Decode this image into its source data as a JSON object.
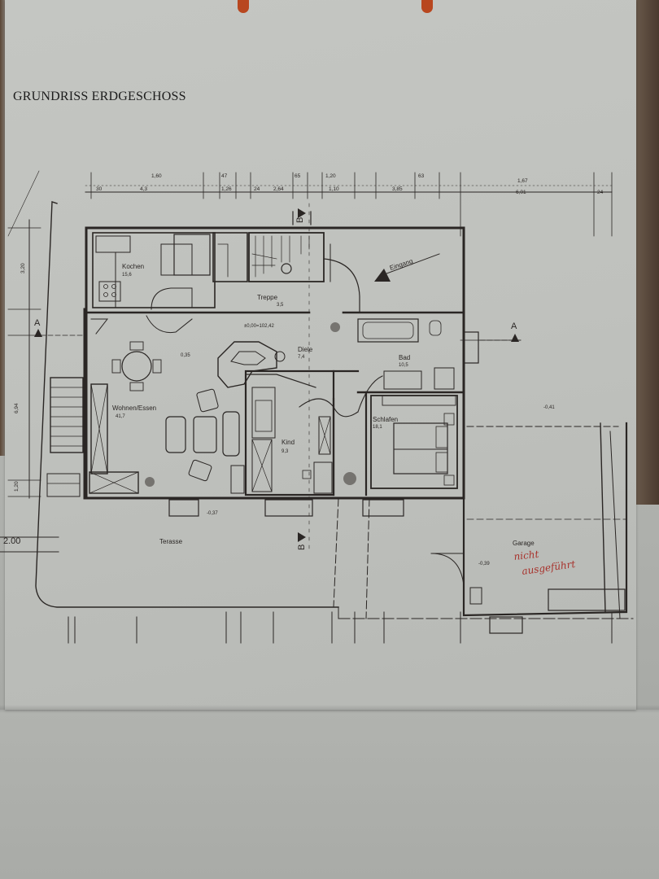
{
  "document": {
    "title": "GRUNDRISS ERDGESCHOSS",
    "dimensions_top_1": [
      "1,60",
      "47",
      "65",
      "1,20",
      "63",
      "1,67"
    ],
    "dimensions_top_2": [
      "30",
      "4,3",
      "1,26",
      "24",
      "2,64",
      "1,10",
      "3,85",
      "6,01",
      "24"
    ],
    "dimension_left": [
      "3,20",
      "6,94",
      "1,20"
    ],
    "dimension_left_edge": "2.00",
    "section_markers": [
      "A",
      "A",
      "B",
      "B"
    ],
    "rooms": [
      {
        "name": "Kochen",
        "area": "15,6"
      },
      {
        "name": "Treppe",
        "area": "3,5"
      },
      {
        "name": "Diele",
        "area": "7,4"
      },
      {
        "name": "Bad",
        "area": "10,5"
      },
      {
        "name": "Wohnen/Essen",
        "area": "41,7"
      },
      {
        "name": "Schlafen",
        "area": "18,1"
      },
      {
        "name": "Kind",
        "area": "9,3"
      },
      {
        "name": "Terasse",
        "area": ""
      },
      {
        "name": "Garage",
        "area": ""
      }
    ],
    "entrance_label": "Eingang",
    "level_main": "±0,00=102,42",
    "level_terrace": "-0,37",
    "level_garage": "-0,39",
    "level_right": "-0,41",
    "level_living": "0,35",
    "handwritten_note_line1": "nicht",
    "handwritten_note_line2": "ausgeführt"
  },
  "colors": {
    "ink": "#2a2624",
    "paper": "#c2c4c0",
    "annotation_red": "#a8322c",
    "punch_hole": "#b8471f"
  }
}
